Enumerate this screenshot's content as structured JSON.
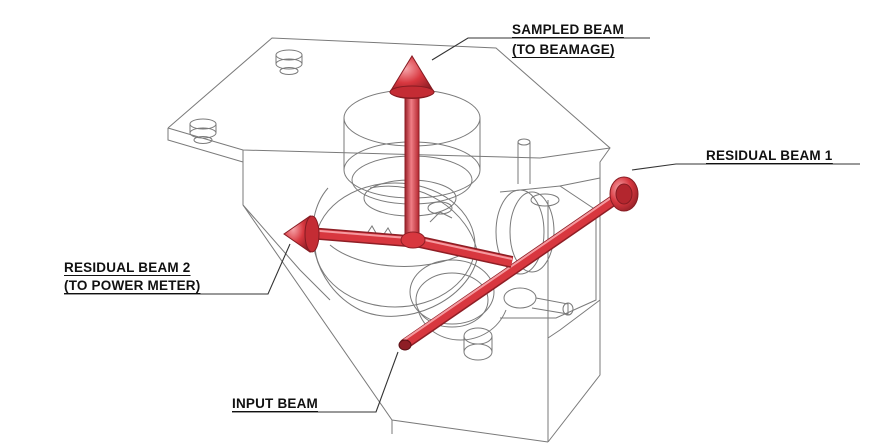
{
  "callouts": {
    "sampled_beam": {
      "line1": "SAMPLED BEAM",
      "line2": "(TO BEAMAGE)"
    },
    "residual_beam_1": {
      "line1": "RESIDUAL BEAM 1"
    },
    "residual_beam_2": {
      "line1": "RESIDUAL BEAM 2",
      "line2": "(TO POWER METER)"
    },
    "input_beam": {
      "line1": "INPUT BEAM"
    }
  },
  "colors": {
    "beam": "#d8373f",
    "beam_dark": "#8e1e25",
    "beam_highlight": "#f59aa0",
    "housing_line": "#7a7a7a",
    "callout_text": "#111111",
    "leader_line": "#333333"
  },
  "icons": [
    "beam-arrow-cone",
    "beam-end-cap"
  ]
}
